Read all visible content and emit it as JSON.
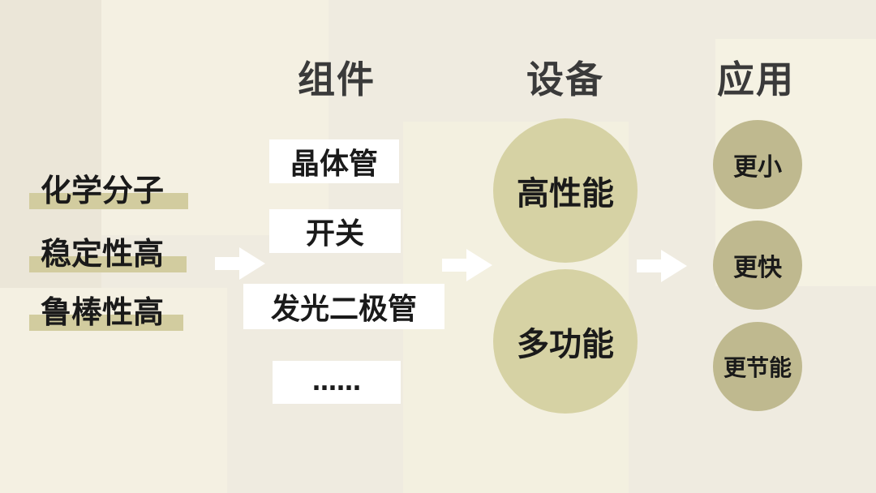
{
  "headings": {
    "components": "组件",
    "devices": "设备",
    "applications": "应用"
  },
  "properties": [
    "化学分子",
    "稳定性高",
    "鲁棒性高"
  ],
  "components": [
    "晶体管",
    "开关",
    "发光二极管",
    "……"
  ],
  "devices": [
    "高性能",
    "多功能"
  ],
  "applications": [
    "更小",
    "更快",
    "更节能"
  ],
  "colors": {
    "background": "#efebe0",
    "highlight": "#d2cc9f",
    "device_circle": "#d6d2a4",
    "app_circle": "#bfb98f",
    "arrow": "#ffffff"
  }
}
